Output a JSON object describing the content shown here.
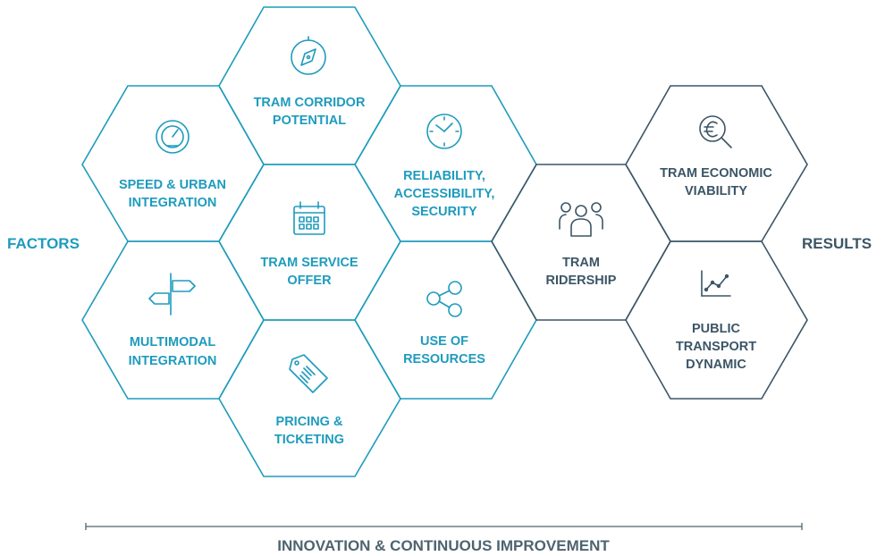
{
  "left_label": "FACTORS",
  "right_label": "RESULTS",
  "bottom_label": "INNOVATION & CONTINUOUS IMPROVEMENT",
  "colors": {
    "factor": "#1e9bbd",
    "result": "#3b5566"
  },
  "hexes": [
    {
      "id": "tram-corridor",
      "icon": "compass-icon",
      "lines": [
        "TRAM CORRIDOR",
        "POTENTIAL"
      ]
    },
    {
      "id": "speed",
      "icon": "speedometer-icon",
      "lines": [
        "SPEED & URBAN",
        "INTEGRATION"
      ]
    },
    {
      "id": "reliability",
      "icon": "clock-icon",
      "lines": [
        "RELIABILITY,",
        "ACCESSIBILITY,",
        "SECURITY"
      ]
    },
    {
      "id": "service-offer",
      "icon": "calendar-icon",
      "lines": [
        "TRAM SERVICE",
        "OFFER"
      ]
    },
    {
      "id": "multimodal",
      "icon": "signpost-icon",
      "lines": [
        "MULTIMODAL",
        "INTEGRATION"
      ]
    },
    {
      "id": "resources",
      "icon": "share-icon",
      "lines": [
        "USE OF",
        "RESOURCES"
      ]
    },
    {
      "id": "pricing",
      "icon": "price-tag-icon",
      "lines": [
        "PRICING &",
        "TICKETING"
      ]
    },
    {
      "id": "ridership",
      "icon": "people-icon",
      "lines": [
        "TRAM",
        "RIDERSHIP"
      ]
    },
    {
      "id": "economic",
      "icon": "euro-magnifier-icon",
      "lines": [
        "TRAM ECONOMIC",
        "VIABILITY"
      ]
    },
    {
      "id": "pt-dynamic",
      "icon": "line-chart-icon",
      "lines": [
        "PUBLIC",
        "TRANSPORT",
        "DYNAMIC"
      ]
    }
  ]
}
